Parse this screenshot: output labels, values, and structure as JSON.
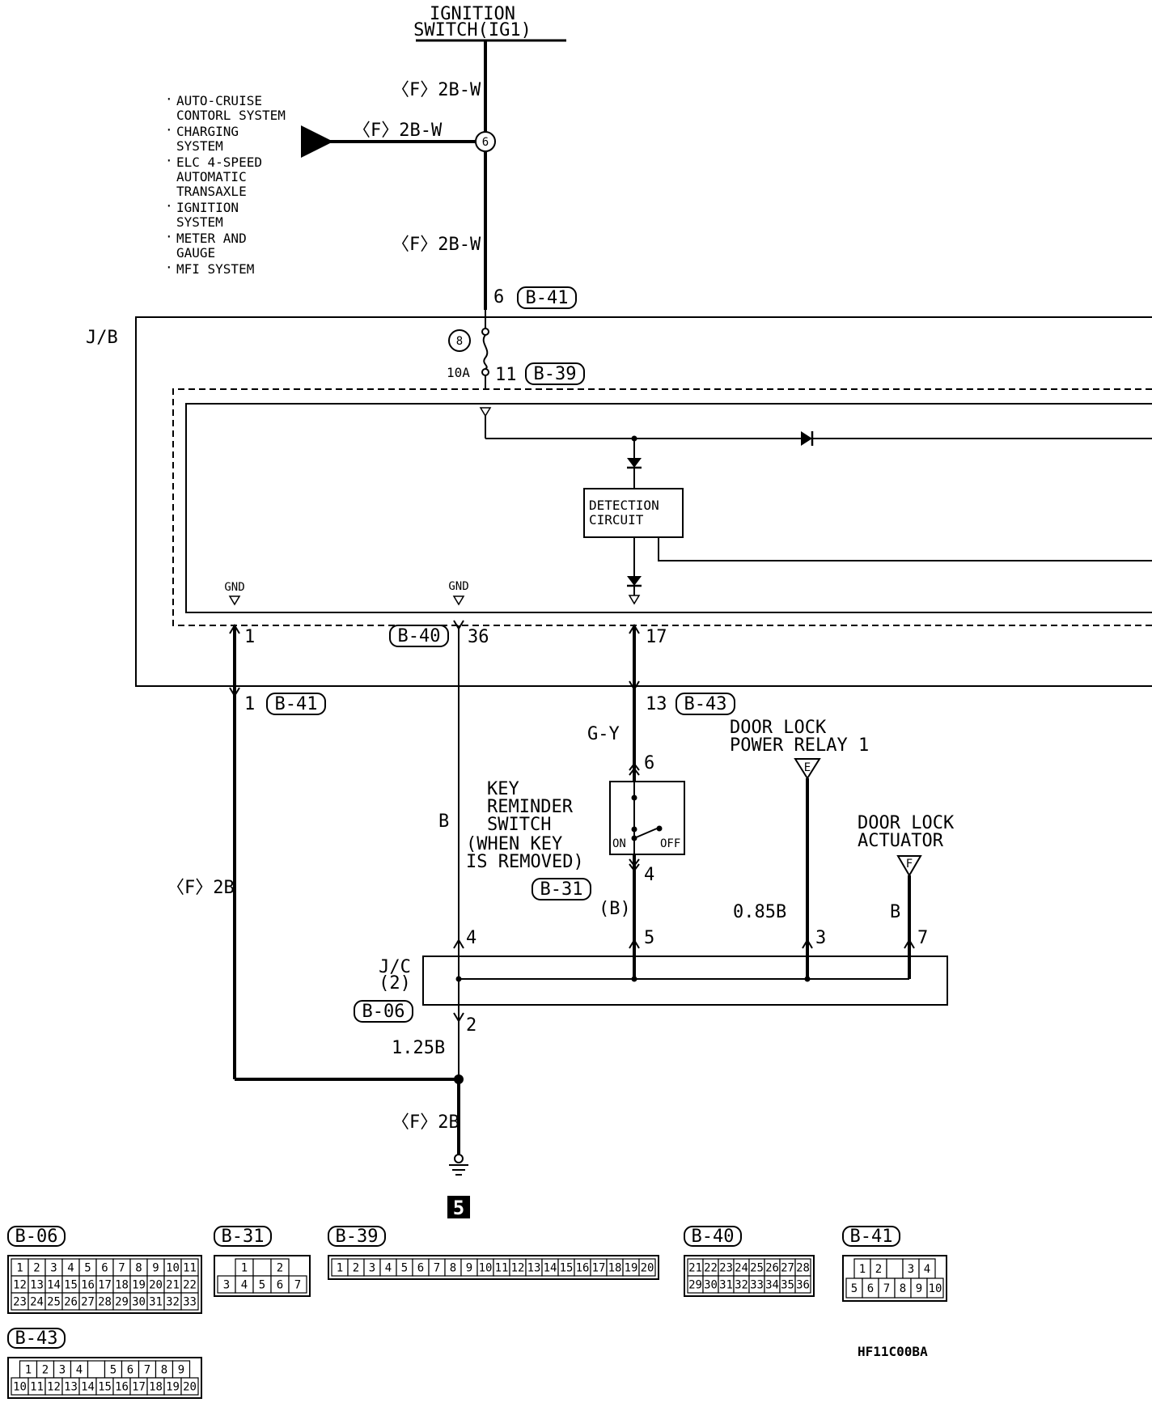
{
  "title_top": [
    "IGNITION",
    "SWITCH(IG1)"
  ],
  "wires": {
    "w1": "〈F〉2B-W",
    "w2": "〈F〉2B-W",
    "w3": "〈F〉2B-W",
    "gy": "G-Y",
    "b_left": "B",
    "f2b_left": "〈F〉2B",
    "b_paren": "(B)",
    "b085": "0.85B",
    "b_right": "B",
    "w125": "1.25B",
    "f2b_bottom": "〈F〉2B"
  },
  "systems": [
    [
      "AUTO-CRUISE",
      "CONTORL SYSTEM"
    ],
    [
      "CHARGING",
      "SYSTEM"
    ],
    [
      "ELC 4-SPEED",
      "AUTOMATIC",
      "TRANSAXLE"
    ],
    [
      "IGNITION",
      "SYSTEM"
    ],
    [
      "METER AND",
      "GAUGE"
    ],
    [
      "MFI SYSTEM"
    ]
  ],
  "jb_label": "J/B",
  "jc_label": [
    "J/C",
    "(2)"
  ],
  "fuse": {
    "num": "8",
    "rating": "10A"
  },
  "splice_num": "6",
  "ground_num": "5",
  "gnd": "GND",
  "detection": [
    "DETECTION",
    "CIRCUIT"
  ],
  "key_switch": [
    "KEY",
    "REMINDER",
    "SWITCH",
    "(WHEN KEY",
    "IS REMOVED)"
  ],
  "on": "ON",
  "off": "OFF",
  "relay": {
    "title": [
      "DOOR LOCK",
      "POWER RELAY 1"
    ],
    "letter": "E"
  },
  "actuator": {
    "title": [
      "DOOR LOCK",
      "ACTUATOR"
    ],
    "letter": "F"
  },
  "pins": {
    "p6top": "6",
    "p11": "11",
    "p1a": "1",
    "p36": "36",
    "p17": "17",
    "p1b": "1",
    "p13": "13",
    "p6sw": "6",
    "p4sw": "4",
    "p4jc": "4",
    "p5jc": "5",
    "p3jc": "3",
    "p7jc": "7",
    "p2jc": "2"
  },
  "tags": {
    "b41a": "B-41",
    "b39": "B-39",
    "b40": "B-40",
    "b41b": "B-41",
    "b43": "B-43",
    "b31": "B-31",
    "b06": "B-06"
  },
  "connectors": {
    "b06": {
      "name": "B-06",
      "rows": [
        [
          "1",
          "2",
          "3",
          "4",
          "5",
          "6",
          "7",
          "8",
          "9",
          "10",
          "11"
        ],
        [
          "12",
          "13",
          "14",
          "15",
          "16",
          "17",
          "18",
          "19",
          "20",
          "21",
          "22"
        ],
        [
          "23",
          "24",
          "25",
          "26",
          "27",
          "28",
          "29",
          "30",
          "31",
          "32",
          "33"
        ]
      ]
    },
    "b31": {
      "name": "B-31",
      "rows": [
        [
          "1",
          "",
          "2"
        ],
        [
          "3",
          "4",
          "5",
          "6",
          "7"
        ]
      ]
    },
    "b39": {
      "name": "B-39",
      "rows": [
        [
          "1",
          "2",
          "3",
          "4",
          "5",
          "6",
          "7",
          "8",
          "9",
          "10",
          "11",
          "12",
          "13",
          "14",
          "15",
          "16",
          "17",
          "18",
          "19",
          "20"
        ]
      ]
    },
    "b40": {
      "name": "B-40",
      "rows": [
        [
          "21",
          "22",
          "23",
          "24",
          "25",
          "26",
          "27",
          "28"
        ],
        [
          "29",
          "30",
          "31",
          "32",
          "33",
          "34",
          "35",
          "36"
        ]
      ]
    },
    "b41": {
      "name": "B-41",
      "rows": [
        [
          "1",
          "2",
          "",
          "3",
          "4"
        ],
        [
          "5",
          "6",
          "7",
          "8",
          "9",
          "10"
        ]
      ]
    },
    "b43": {
      "name": "B-43",
      "rows": [
        [
          "1",
          "2",
          "3",
          "4",
          "",
          "5",
          "6",
          "7",
          "8",
          "9"
        ],
        [
          "10",
          "11",
          "12",
          "13",
          "14",
          "15",
          "16",
          "17",
          "18",
          "19",
          "20"
        ]
      ]
    }
  },
  "code": "HF11C00BA"
}
